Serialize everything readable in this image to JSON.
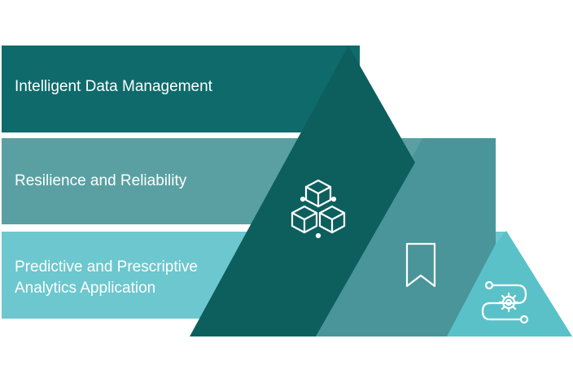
{
  "layers": [
    {
      "label_lines": [
        "Intelligent Data Management"
      ],
      "color": "#0f6b6b",
      "icon": "cubes-icon"
    },
    {
      "label_lines": [
        "Resilience and Reliability"
      ],
      "color": "#5aa0a3",
      "icon": "bookmark-icon"
    },
    {
      "label_lines": [
        "Predictive and Prescriptive",
        "Analytics Application"
      ],
      "color": "#6cc7ce",
      "icon": "gear-workflow-icon"
    }
  ],
  "colors": {
    "top_band": "#0f6b6b",
    "mid_band": "#5aa0a3",
    "bottom_band": "#6cc7ce",
    "big_triangle": "#0d5f5e",
    "mid_triangle": "#49959a",
    "small_triangle": "#5bc1c8"
  }
}
